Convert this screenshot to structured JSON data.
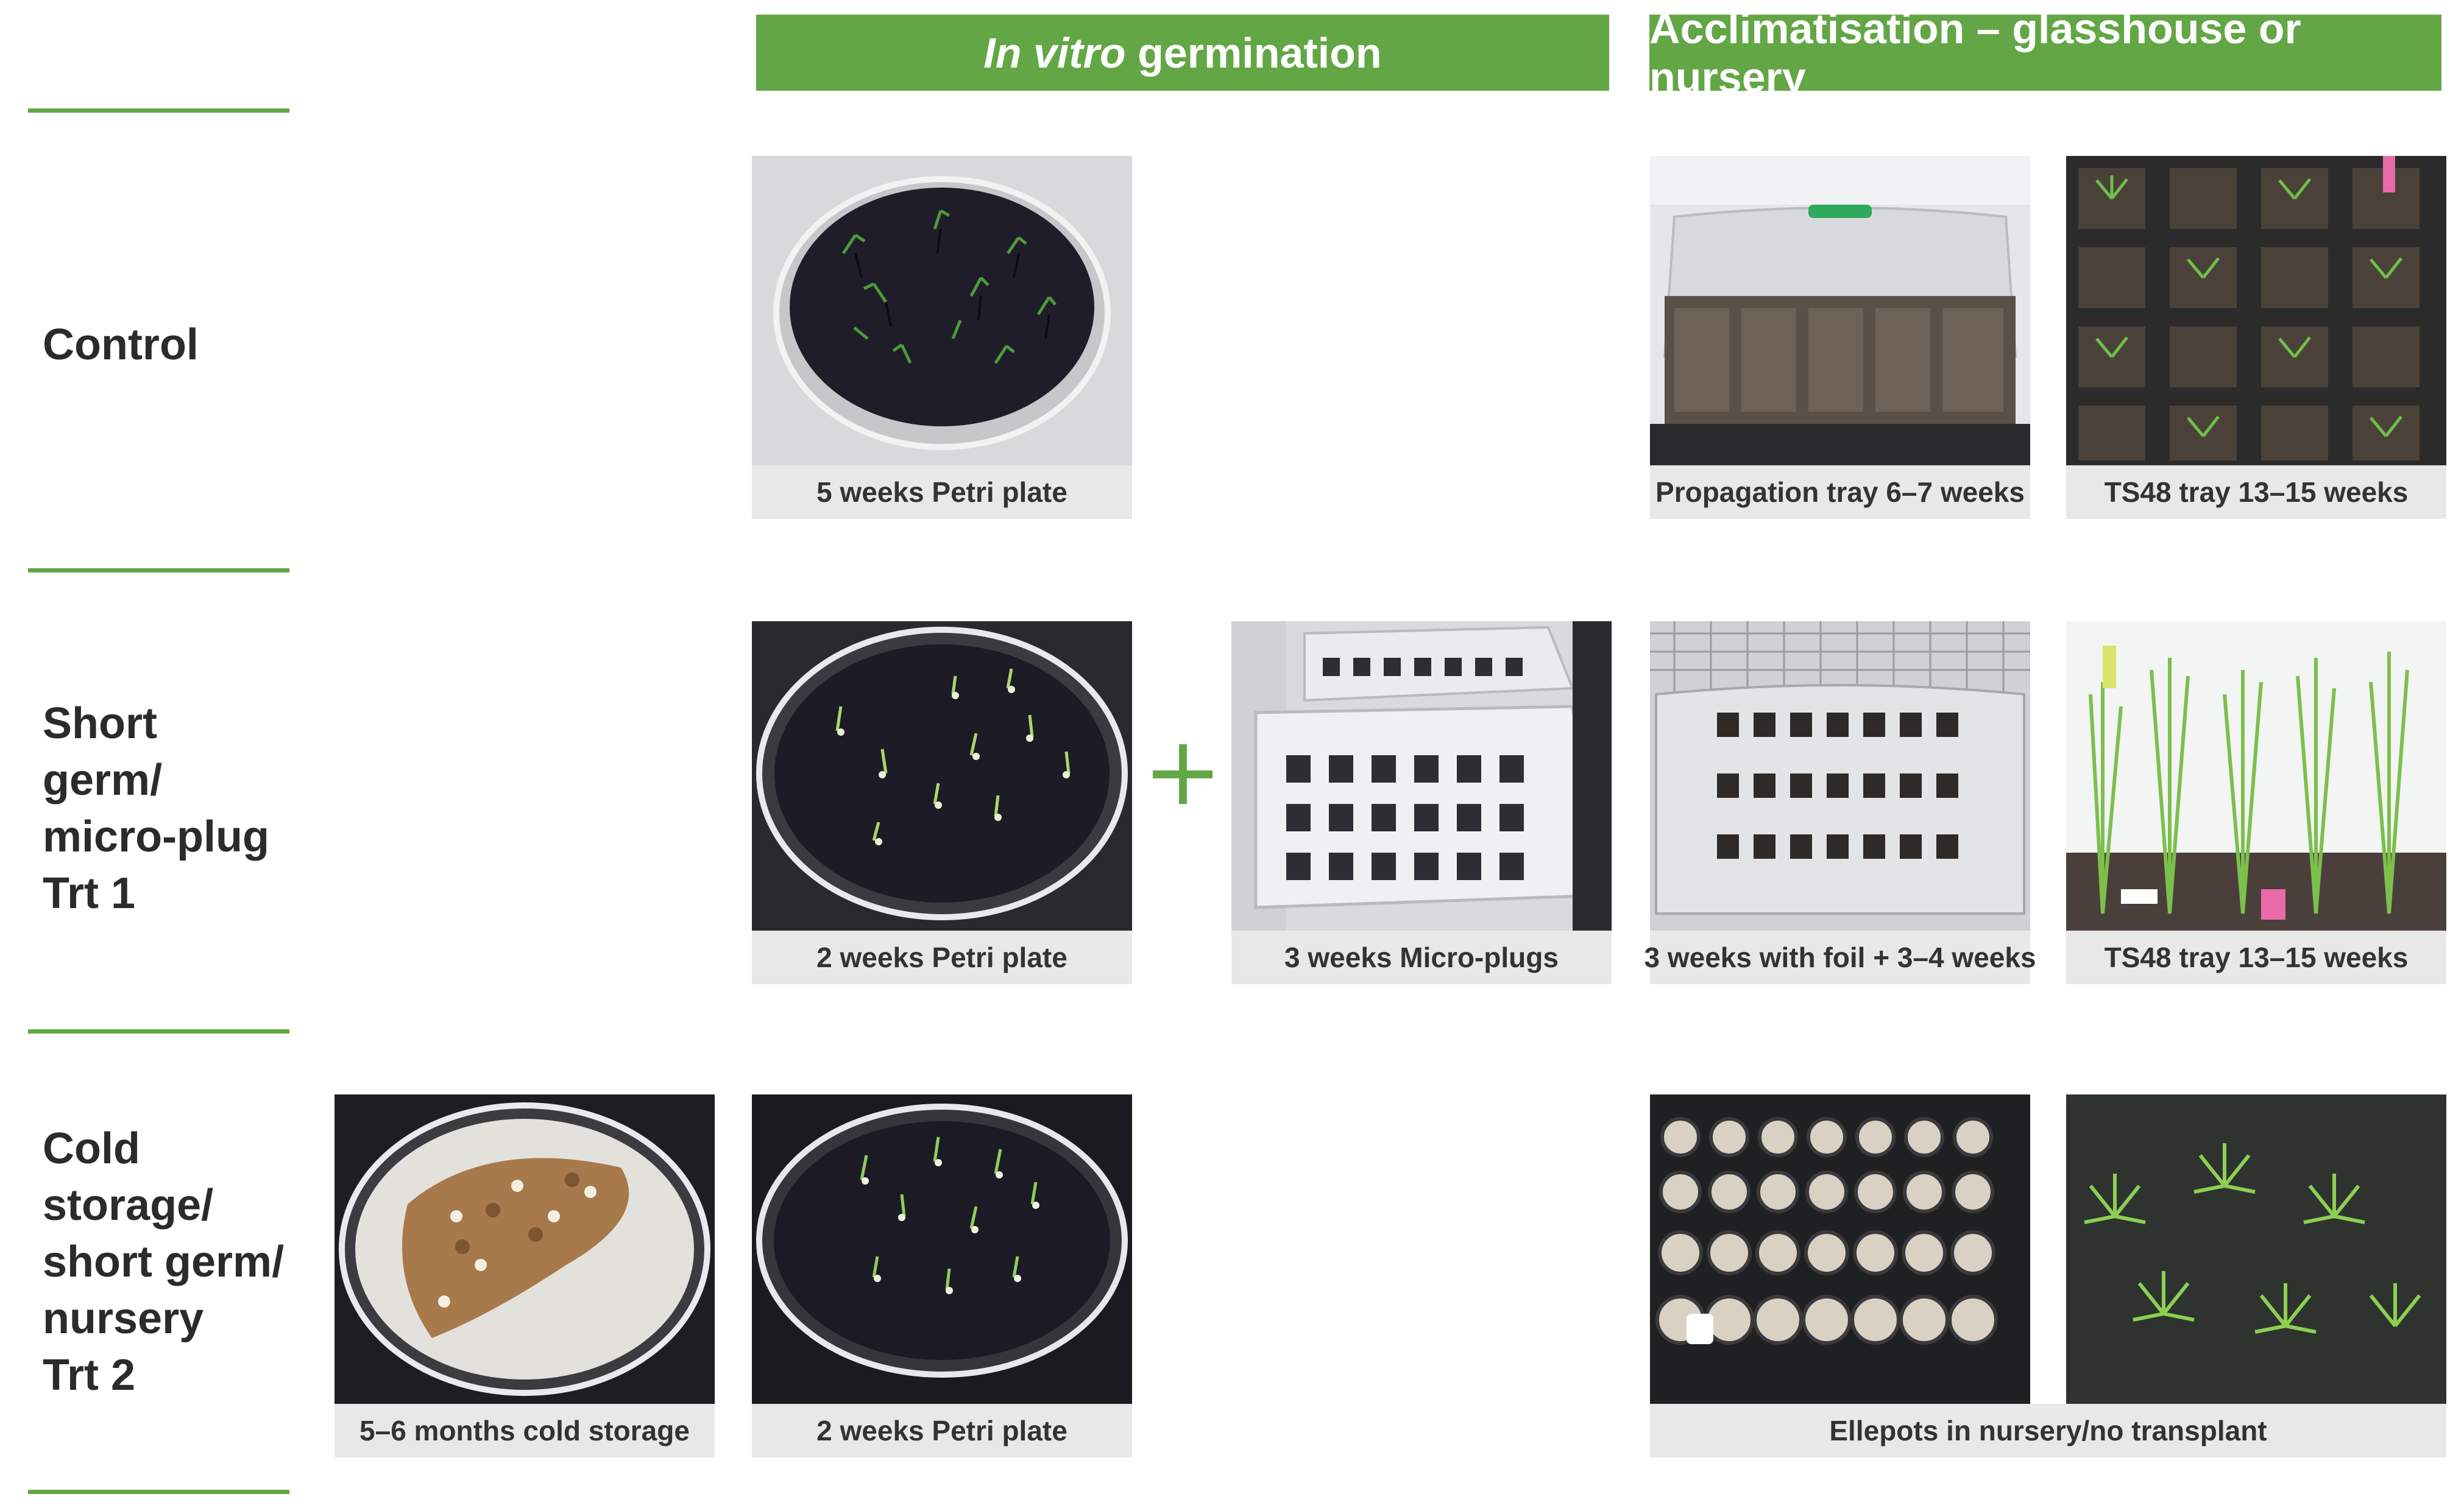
{
  "headers": {
    "in_vitro_italic": "In vitro",
    "in_vitro_rest": " germination",
    "acclimatisation": "Acclimatisation – glasshouse or nursery"
  },
  "rows": {
    "control": {
      "lines": [
        "Control"
      ]
    },
    "trt1": {
      "lines": [
        "Short",
        "germ/",
        "micro-plug",
        "Trt 1"
      ]
    },
    "trt2": {
      "lines": [
        "Cold",
        "storage/",
        "short germ/",
        "nursery",
        "Trt 2"
      ]
    }
  },
  "panels": {
    "control_petri": "5 weeks Petri plate",
    "control_propagation": "Propagation tray 6–7 weeks",
    "control_ts48": "TS48 tray 13–15 weeks",
    "trt1_petri": "2 weeks Petri plate",
    "trt1_microplugs": "3 weeks Micro-plugs",
    "trt1_foil": "3 weeks with foil + 3–4 weeks",
    "trt1_ts48": "TS48 tray 13–15 weeks",
    "trt2_cold": "5–6 months cold storage",
    "trt2_petri": "2 weeks Petri plate",
    "trt2_ellepots": "Ellepots in nursery/no transplant"
  },
  "colors": {
    "accent": "#63a646",
    "caption_bg": "#e8e8e8"
  }
}
